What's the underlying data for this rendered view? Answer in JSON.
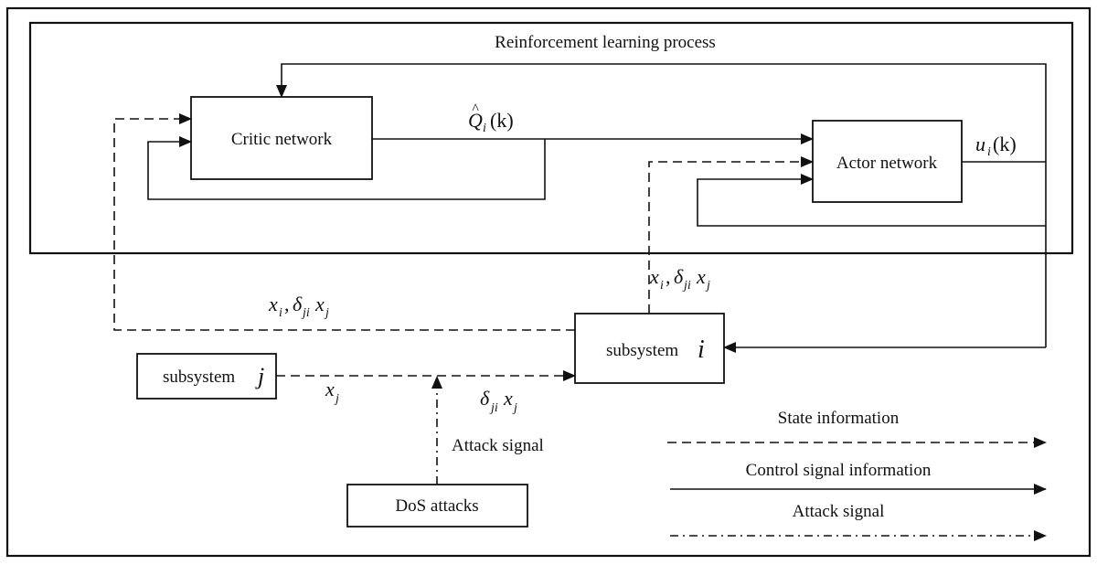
{
  "diagram": {
    "title": "Reinforcement learning process",
    "nodes": {
      "critic": "Critic network",
      "actor": "Actor network",
      "subsystem_i_word": "subsystem",
      "subsystem_i_var": "i",
      "subsystem_j_word": "subsystem",
      "subsystem_j_var": "j",
      "dos": "DoS attacks"
    },
    "edge_labels": {
      "q_hat": {
        "base": "Q",
        "hat": "^",
        "sub": "i",
        "arg": "(k)"
      },
      "u": {
        "base": "u",
        "sub": "i",
        "arg": "(k)"
      },
      "critic_state": {
        "x": "x",
        "xsub": "i",
        "delta": "δ",
        "dsub": "ji",
        "x2": "x",
        "x2sub": "j",
        "sep": ","
      },
      "actor_state": {
        "x": "x",
        "xsub": "i",
        "delta": "δ",
        "dsub": "ji",
        "x2": "x",
        "x2sub": "j",
        "sep": ","
      },
      "xj": {
        "x": "x",
        "sub": "j"
      },
      "delta_xj": {
        "delta": "δ",
        "dsub": "ji",
        "x": "x",
        "xsub": "j"
      },
      "attack": "Attack signal"
    },
    "legend": [
      {
        "label": "State information",
        "style": "dashed"
      },
      {
        "label": "Control signal information",
        "style": "solid"
      },
      {
        "label": "Attack signal",
        "style": "dash-dot"
      }
    ]
  }
}
